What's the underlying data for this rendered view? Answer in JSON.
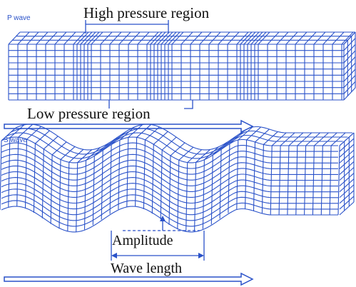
{
  "labels": {
    "p_wave": "P wave",
    "s_wave": "S wave",
    "high_pressure": "High pressure region",
    "low_pressure": "Low pressure region",
    "amplitude": "Amplitude",
    "wave_length": "Wave length"
  },
  "colors": {
    "grid": "#2a52c9",
    "arrow": "#2a52c9",
    "text": "#111111"
  }
}
